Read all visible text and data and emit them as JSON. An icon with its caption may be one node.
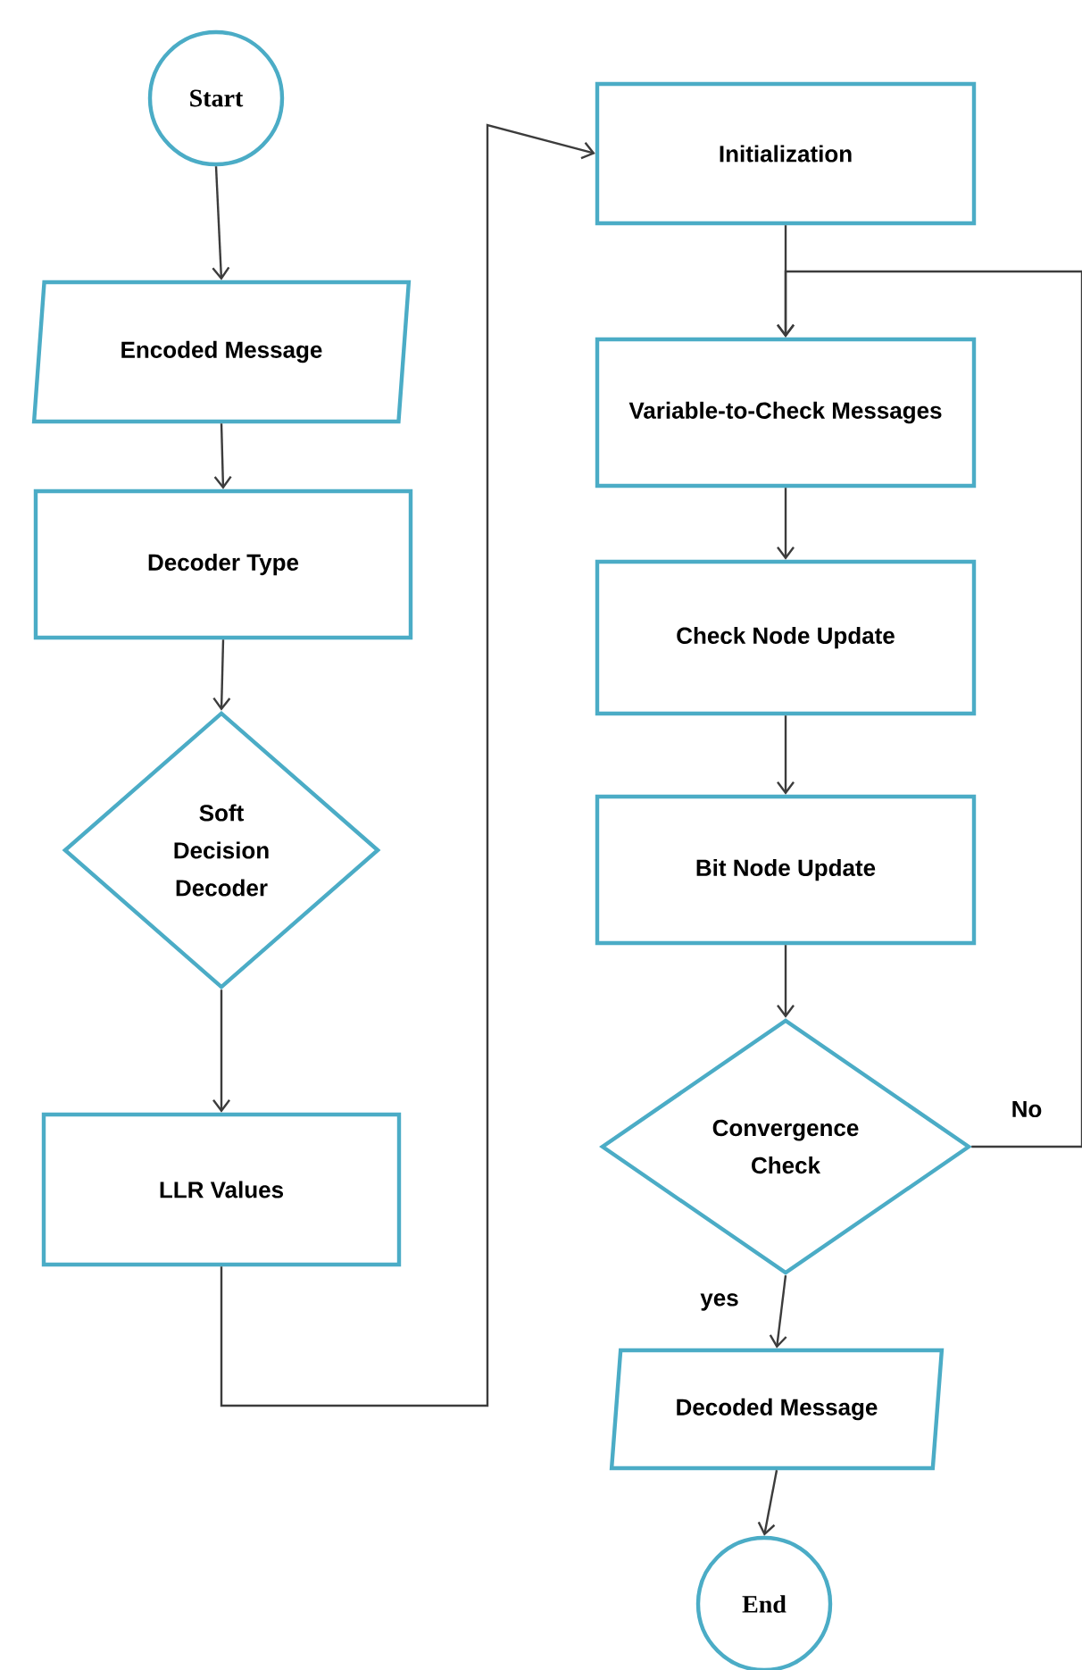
{
  "diagram": {
    "nodes": [
      {
        "text": [
          "Start"
        ]
      },
      {
        "text": [
          "Encoded Message"
        ]
      },
      {
        "text": [
          "Decoder Type"
        ]
      },
      {
        "text": [
          "Soft Decision Decoder"
        ]
      },
      {
        "text": [
          "LLR Values"
        ]
      },
      {
        "text": [
          "Initialization"
        ]
      },
      {
        "text": [
          "Variable-to-Check Messages"
        ]
      },
      {
        "text": [
          "Check  Node Update"
        ]
      },
      {
        "text": [
          "Bit Node Update"
        ]
      },
      {
        "text": [
          "Convergence Check"
        ]
      },
      {
        "text": [
          "Decoded Message"
        ]
      },
      {
        "text": [
          "End"
        ]
      }
    ],
    "edges": [
      {
        "from": 0,
        "to": 1,
        "arrow": "to"
      },
      {
        "from": 1,
        "to": 2,
        "arrow": "to"
      },
      {
        "from": 2,
        "to": 3,
        "arrow": "to"
      },
      {
        "from": 3,
        "to": 4,
        "arrow": "to"
      },
      {
        "from": 4,
        "to": 5,
        "arrow": "to"
      },
      {
        "from": 5,
        "to": 6,
        "arrow": "to"
      },
      {
        "from": 6,
        "to": 7,
        "arrow": "to"
      },
      {
        "from": 7,
        "to": 8,
        "arrow": "to"
      },
      {
        "from": 8,
        "to": 9,
        "arrow": "to"
      },
      {
        "from": 9,
        "to": 6,
        "arrow": "to",
        "label": "No"
      },
      {
        "from": 9,
        "to": 10,
        "arrow": "to",
        "label": "yes"
      },
      {
        "from": 10,
        "to": 11,
        "arrow": "to"
      }
    ]
  }
}
